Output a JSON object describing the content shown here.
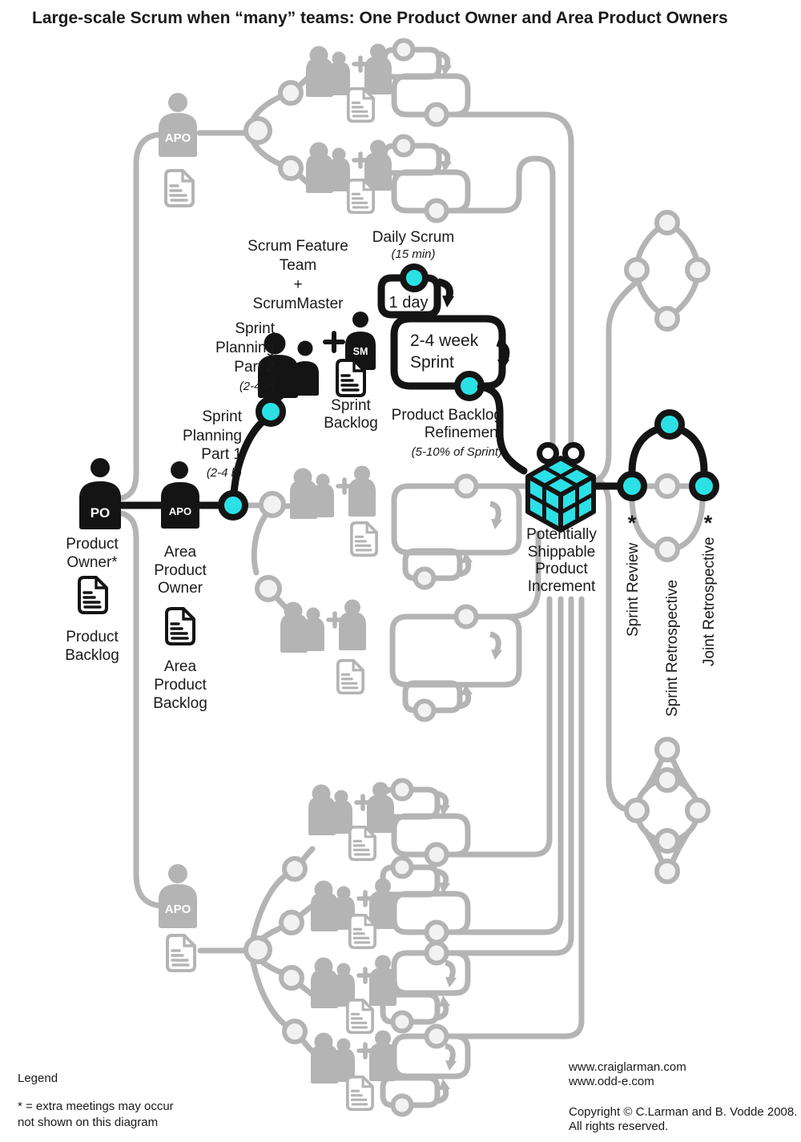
{
  "title": "Large-scale Scrum when “many” teams: One Product Owner and Area Product Owners",
  "product_owner": {
    "badge": "PO",
    "name1": "Product",
    "name2": "Owner*",
    "doc1": "Product",
    "doc2": "Backlog"
  },
  "area_product_owner": {
    "badge": "APO",
    "name1": "Area",
    "name2": "Product",
    "name3": "Owner",
    "doc1": "Area",
    "doc2": "Product",
    "doc3": "Backlog"
  },
  "gray_apos": {
    "top_badge": "APO",
    "bottom_badge": "APO"
  },
  "sprint_planning_1": {
    "l1": "Sprint",
    "l2": "Planning",
    "l3": "Part 1",
    "note": "(2-4 h)"
  },
  "sprint_planning_2": {
    "l1": "Sprint",
    "l2": "Planning",
    "l3": "Part 2",
    "note": "(2-4 h)"
  },
  "feature_team": {
    "l1": "Scrum Feature",
    "l2": "Team",
    "l3": "+",
    "l4": "ScrumMaster",
    "sm_badge": "SM"
  },
  "sprint_backlog": {
    "l1": "Sprint",
    "l2": "Backlog"
  },
  "daily_scrum": {
    "title": "Daily Scrum",
    "note": "(15 min)",
    "loop_label": "1 day"
  },
  "sprint": {
    "l1": "2-4 week",
    "l2": "Sprint"
  },
  "refinement": {
    "l1": "Product Backlog",
    "l2": "Refinement",
    "note": "(5-10% of Sprint)"
  },
  "increment": {
    "l1": "Potentially",
    "l2": "Shippable",
    "l3": "Product",
    "l4": "Increment"
  },
  "ceremonies": {
    "sprint_review": "Sprint Review",
    "sprint_review_star": "*",
    "sprint_retrospective": "Sprint Retrospective",
    "joint_retrospective": "Joint Retrospective",
    "joint_retrospective_star": "*"
  },
  "legend": {
    "heading": "Legend",
    "note1": "* = extra meetings may occur",
    "note2": "not shown on this diagram"
  },
  "footer": {
    "site1": "www.craiglarman.com",
    "site2": "www.odd-e.com",
    "copyright1": "Copyright © C.Larman and B. Vodde 2008.",
    "copyright2": "All rights reserved."
  },
  "colors": {
    "accent": "#2BE1E6",
    "gray": "#B4B4B4",
    "ink": "#141414"
  }
}
